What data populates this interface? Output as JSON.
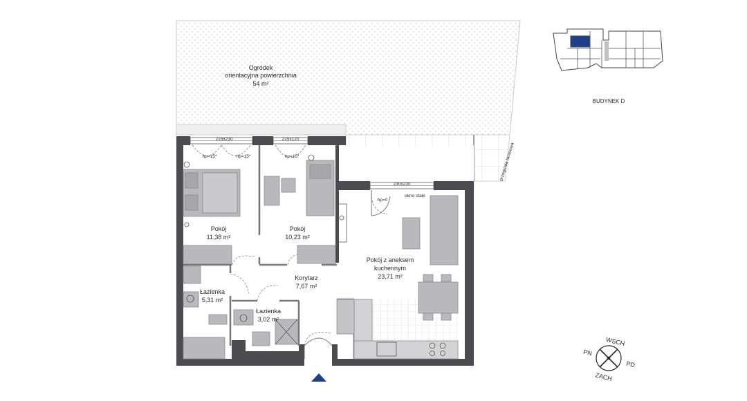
{
  "garden": {
    "name": "Ogródek",
    "subtitle": "orientacyjna powierzchnia",
    "area": "54 m²"
  },
  "rooms": [
    {
      "name": "Pokój",
      "area": "11,38 m²"
    },
    {
      "name": "Pokój",
      "area": "10,23 m²"
    },
    {
      "name": "Pokój z aneksem",
      "name2": "kuchennym",
      "area": "23,71 m²"
    },
    {
      "name": "Korytarz",
      "area": "7,67 m²"
    },
    {
      "name": "Łazienka",
      "area": "5,31 m²"
    },
    {
      "name": "Łazienka",
      "area": "3,02 m²"
    }
  ],
  "windows": [
    {
      "size": "215x230",
      "hp1": "hp=15*",
      "hp2": "hp=15*"
    },
    {
      "size": "215x120",
      "hp1": "hp=15*"
    },
    {
      "size": "230x230",
      "hp1": "hp=0",
      "note": "okno stałe"
    }
  ],
  "partition": "przegroda tarasowa",
  "building": "BUDYNEK D",
  "compass": {
    "n": "WSCH",
    "e": "PD",
    "s": "ZACH",
    "w": "PN"
  },
  "colors": {
    "wall": "#4a4a4f",
    "furniture": "#b9b9bd",
    "accent": "#1f3f8a",
    "grid": "#cfcfcf"
  }
}
